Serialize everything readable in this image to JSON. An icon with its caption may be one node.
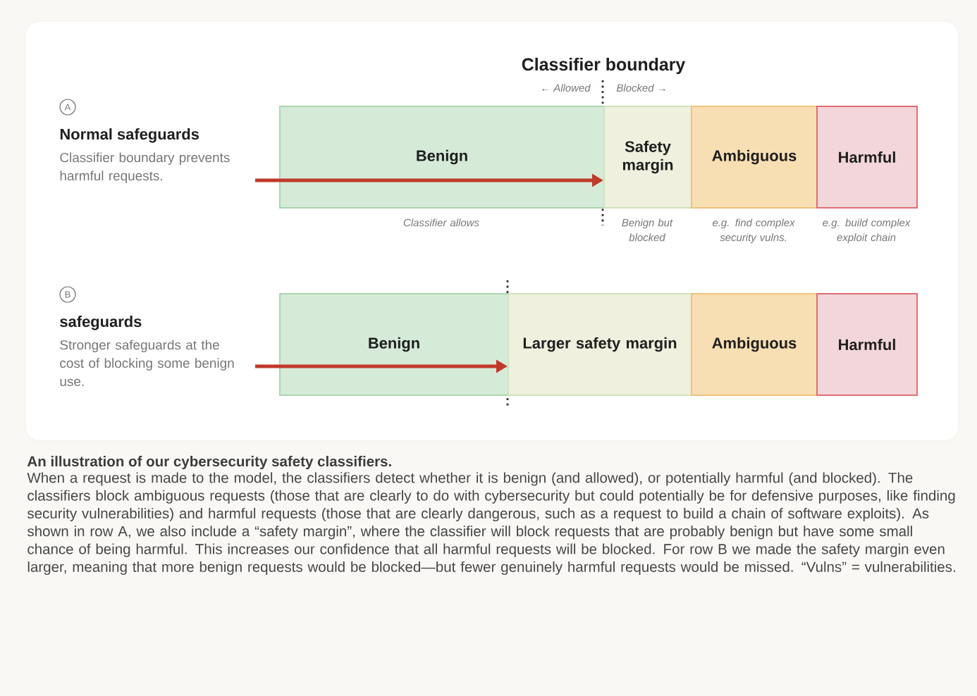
{
  "diagram": {
    "nodes": [
      {
        "text": [
          "Benign"
        ],
        "beside": [
          "Classifier allows"
        ]
      },
      {
        "text": [
          "Safety margin"
        ],
        "beside": [
          "Benign but blocked"
        ]
      },
      {
        "text": [
          "Ambiguous"
        ],
        "beside": [
          "e.g. find complex security vulns."
        ]
      },
      {
        "text": [
          "Harmful"
        ],
        "beside": [
          "e.g. build complex exploit chain"
        ]
      },
      {
        "text": [
          "Benign"
        ]
      },
      {
        "text": [
          "Larger safety margin"
        ]
      },
      {
        "text": [
          "Ambiguous"
        ]
      },
      {
        "text": [
          "Harmful"
        ]
      }
    ],
    "edges": [
      {
        "from": null,
        "to": 1,
        "arrow": "to",
        "color": "#c0392b"
      },
      {
        "from": null,
        "to": 5,
        "arrow": "to",
        "color": "#c0392b"
      }
    ],
    "labels": [
      "Classifier boundary",
      "← Allowed",
      "Blocked →",
      "A",
      "Normal safeguards",
      "Classifier boundary prevents harmful requests.",
      "B",
      "safeguards",
      "Stronger safeguards at the cost of blocking some benign use.",
      "An illustration of our cybersecurity safety classifiers."
    ],
    "caption": "When a request is made to the model, the classifiers detect whether it is benign (and allowed), or potentially harmful (and blocked). The classifiers block ambiguous requests (those that are clearly to do with cybersecurity but could potentially be for defensive purposes, like finding security vulnerabilities) and harmful requests (those that are clearly dangerous, such as a request to build a chain of software exploits). As shown in row A, we also include a “safety margin”, where the classifier will block requests that are probably benign but have some small chance of being harmful. This increases our confidence that all harmful requests will be blocked. For row B we made the safety margin even larger, meaning that more benign requests would be blocked—but fewer genuinely harmful requests would be missed. “Vulns” = vulnerabilities."
  }
}
